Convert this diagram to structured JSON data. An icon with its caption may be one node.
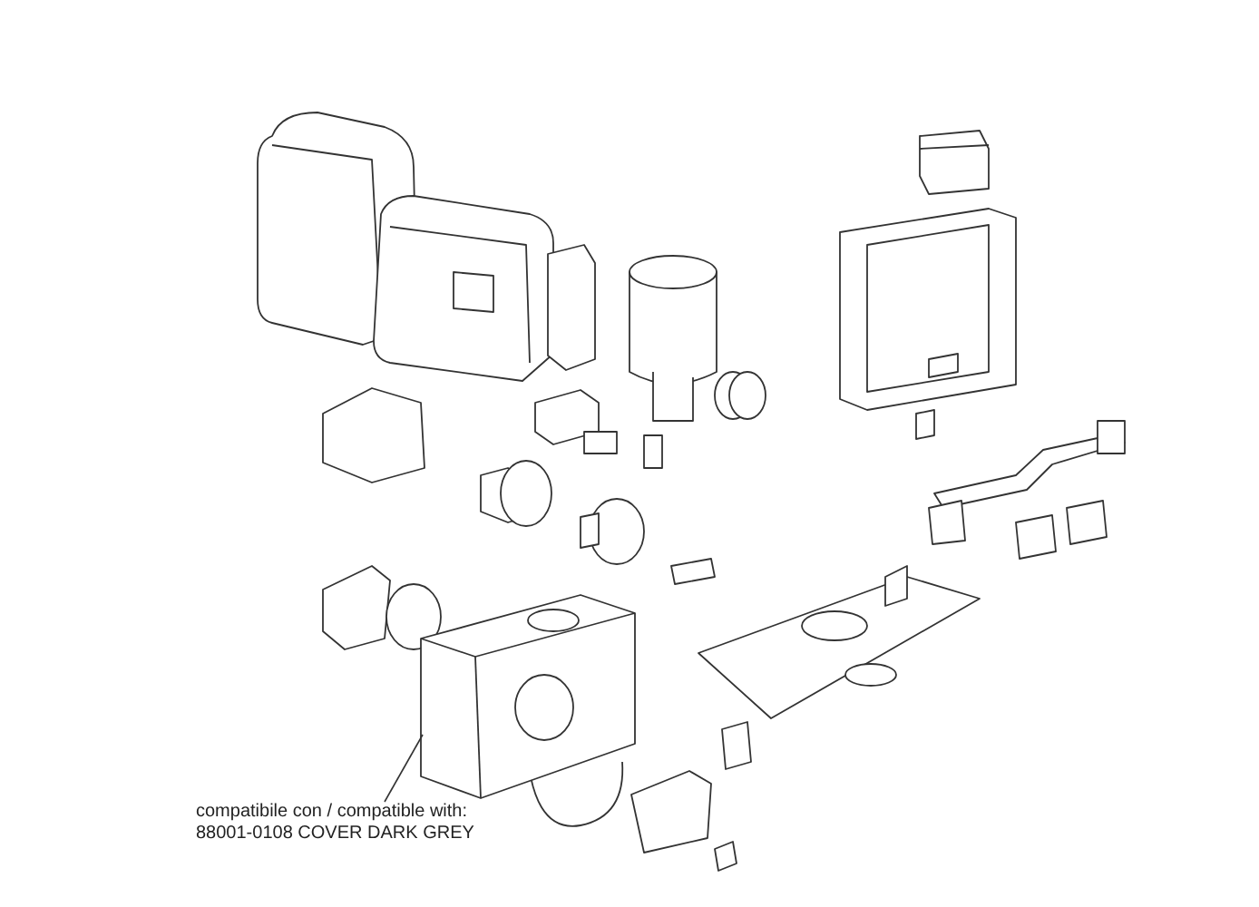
{
  "diagram": {
    "nodes": [
      {
        "text": [
          "compatibile con / compatible with: 88001-0108 COVER DARK GREY"
        ]
      },
      {
        "text": [],
        "shape": "picture"
      }
    ],
    "edges": [
      {
        "from": 0,
        "to": 1,
        "arrow": "none"
      }
    ]
  }
}
